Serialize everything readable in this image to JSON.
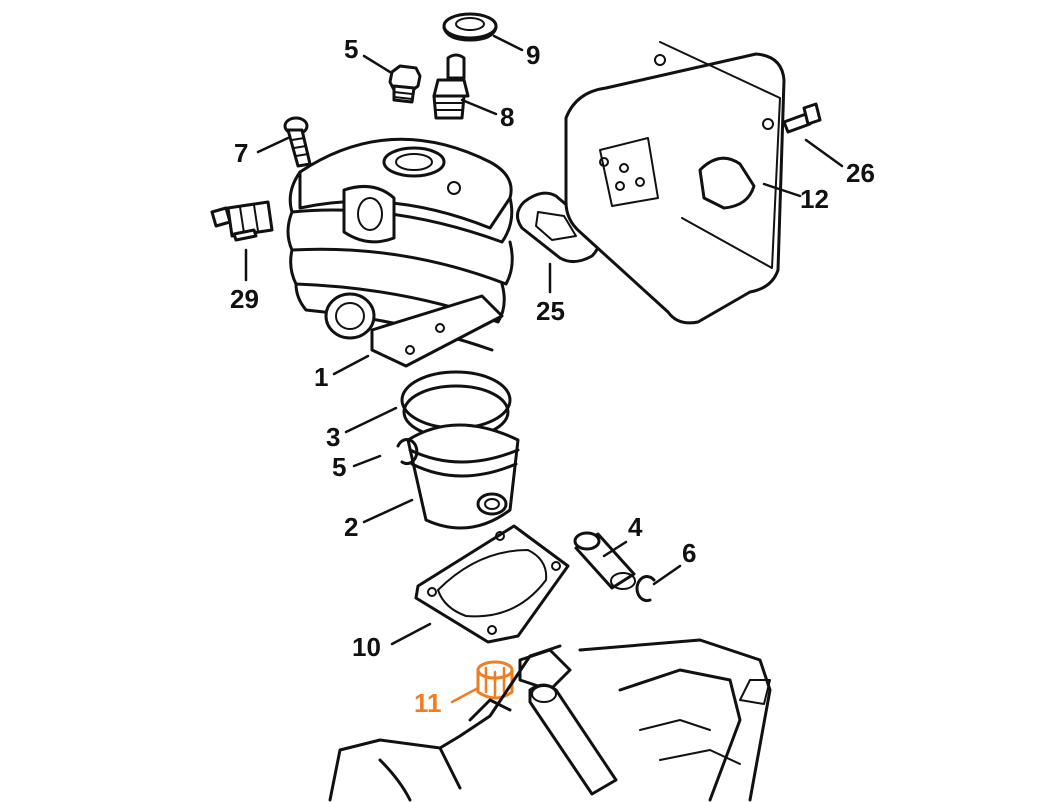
{
  "diagram": {
    "highlight_color": "#f07d22",
    "ink_color": "#111111",
    "parts": [
      {
        "id": "p1",
        "label": "1"
      },
      {
        "id": "p2",
        "label": "2"
      },
      {
        "id": "p3",
        "label": "3"
      },
      {
        "id": "p4",
        "label": "4"
      },
      {
        "id": "p5a",
        "label": "5"
      },
      {
        "id": "p5b",
        "label": "5"
      },
      {
        "id": "p6",
        "label": "6"
      },
      {
        "id": "p7",
        "label": "7"
      },
      {
        "id": "p8",
        "label": "8"
      },
      {
        "id": "p9",
        "label": "9"
      },
      {
        "id": "p10",
        "label": "10"
      },
      {
        "id": "p11",
        "label": "11",
        "highlighted": true
      },
      {
        "id": "p12",
        "label": "12"
      },
      {
        "id": "p25",
        "label": "25"
      },
      {
        "id": "p26",
        "label": "26"
      },
      {
        "id": "p29",
        "label": "29"
      }
    ]
  }
}
